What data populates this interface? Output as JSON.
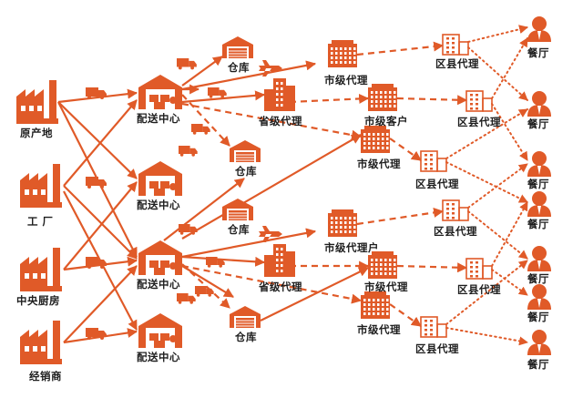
{
  "colors": {
    "accent": "#e05a28",
    "text": "#1e1e1e",
    "background": "#ffffff"
  },
  "sources": [
    {
      "label": "原产地",
      "icon": "factory-icon"
    },
    {
      "label": "工 厂",
      "icon": "factory-icon"
    },
    {
      "label": "中央厨房",
      "icon": "factory-icon"
    },
    {
      "label": "经销商",
      "icon": "factory-icon"
    }
  ],
  "distribution_centers": [
    {
      "label": "配送中心",
      "icon": "distribution-center-icon"
    },
    {
      "label": "配送中心",
      "icon": "distribution-center-icon"
    },
    {
      "label": "配送中心",
      "icon": "distribution-center-icon"
    },
    {
      "label": "配送中心",
      "icon": "distribution-center-icon"
    }
  ],
  "warehouses": [
    {
      "label": "仓库",
      "icon": "warehouse-icon"
    },
    {
      "label": "仓库",
      "icon": "warehouse-icon"
    },
    {
      "label": "仓库",
      "icon": "warehouse-icon"
    },
    {
      "label": "仓库",
      "icon": "warehouse-icon"
    }
  ],
  "provincial_agents": [
    {
      "label": "省级代理",
      "icon": "provincial-building-icon"
    },
    {
      "label": "省级代理",
      "icon": "provincial-building-icon"
    }
  ],
  "city_level": [
    {
      "label": "市级代理",
      "icon": "city-building-icon"
    },
    {
      "label": "市级客户",
      "icon": "city-building-icon"
    },
    {
      "label": "市级代理",
      "icon": "city-building-icon"
    },
    {
      "label": "市级代理户",
      "icon": "city-building-icon"
    },
    {
      "label": "市级代理",
      "icon": "city-building-icon"
    },
    {
      "label": "市级代理",
      "icon": "city-building-icon"
    }
  ],
  "county_agents": [
    {
      "label": "区县代理",
      "icon": "county-building-icon"
    },
    {
      "label": "区县代理",
      "icon": "county-building-icon"
    },
    {
      "label": "区县代理",
      "icon": "county-building-icon"
    },
    {
      "label": "区县代理",
      "icon": "county-building-icon"
    },
    {
      "label": "区县代理",
      "icon": "county-building-icon"
    },
    {
      "label": "区县代理",
      "icon": "county-building-icon"
    }
  ],
  "restaurants": [
    {
      "label": "餐厅",
      "icon": "person-icon"
    },
    {
      "label": "餐厅",
      "icon": "person-icon"
    },
    {
      "label": "餐厅",
      "icon": "person-icon"
    },
    {
      "label": "餐厅",
      "icon": "person-icon"
    },
    {
      "label": "餐厅",
      "icon": "person-icon"
    },
    {
      "label": "餐厅",
      "icon": "person-icon"
    },
    {
      "label": "餐厅",
      "icon": "person-icon"
    }
  ],
  "transport_icons": [
    "truck-icon",
    "airplane-icon"
  ]
}
